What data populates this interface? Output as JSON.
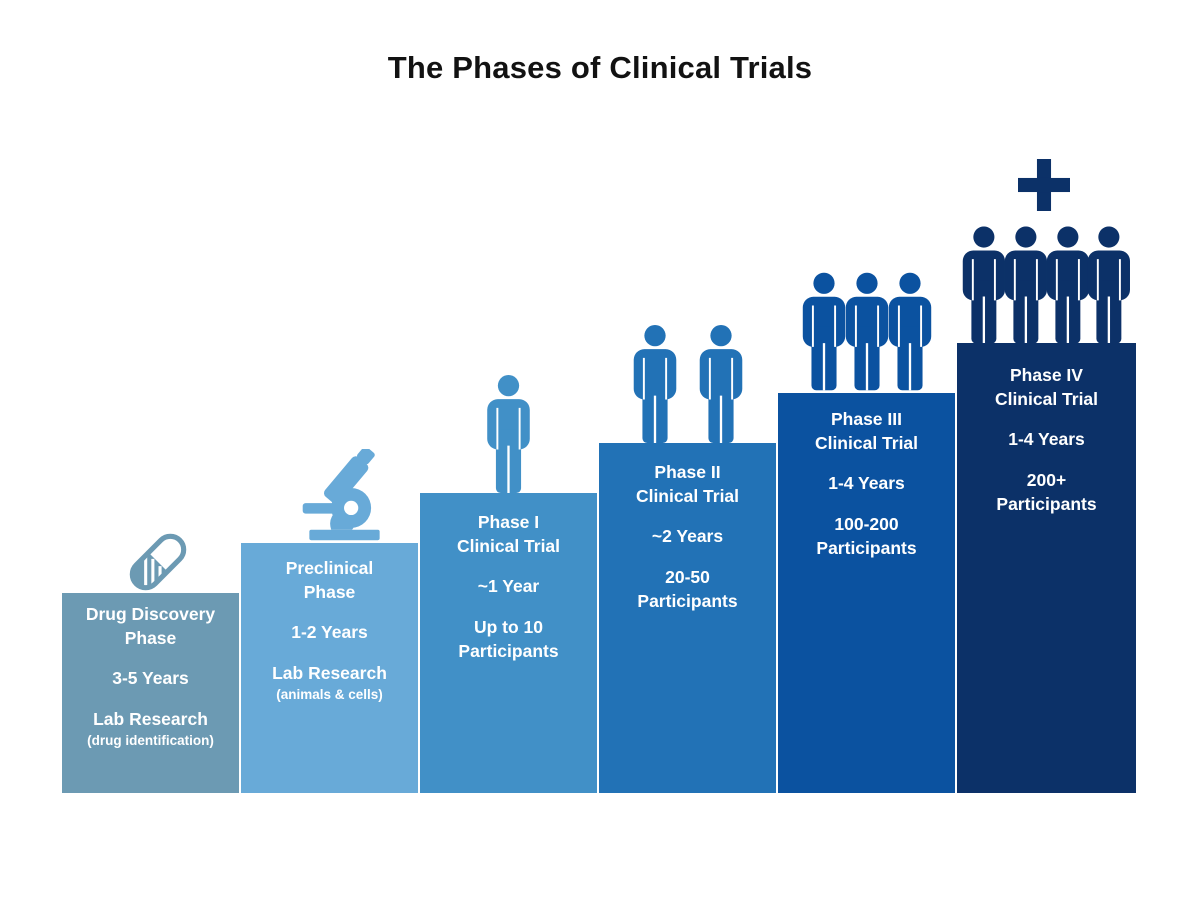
{
  "title": "The Phases of Clinical Trials",
  "phases": [
    {
      "name": "Drug Discovery\nPhase",
      "duration": "3-5 Years",
      "detail": "Lab Research",
      "subdetail": "(drug identification)",
      "color": "#6C9AB3",
      "icon": "pill-icon"
    },
    {
      "name": "Preclinical\nPhase",
      "duration": "1-2 Years",
      "detail": "Lab Research",
      "subdetail": "(animals & cells)",
      "color": "#68AAD8",
      "icon": "microscope-icon"
    },
    {
      "name": "Phase I\nClinical Trial",
      "duration": "~1 Year",
      "detail": "Up to 10\nParticipants",
      "color": "#4190C7",
      "icon": "person-icon",
      "participants_icon_count": 1
    },
    {
      "name": "Phase II\nClinical Trial",
      "duration": "~2 Years",
      "detail": "20-50\nParticipants",
      "color": "#2272B6",
      "icon": "person-icon",
      "participants_icon_count": 2
    },
    {
      "name": "Phase III\nClinical Trial",
      "duration": "1-4 Years",
      "detail": "100-200\nParticipants",
      "color": "#0B52A0",
      "icon": "person-icon",
      "participants_icon_count": 3
    },
    {
      "name": "Phase IV\nClinical Trial",
      "duration": "1-4 Years",
      "detail": "200+\nParticipants",
      "color": "#0C3168",
      "icon": "person-icon",
      "participants_icon_count": 4,
      "plus_icon": "+"
    }
  ]
}
